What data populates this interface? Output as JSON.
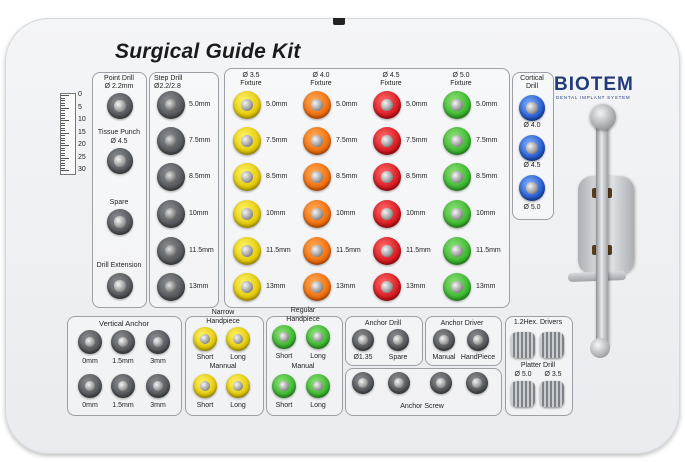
{
  "title": "Surgical Guide Kit",
  "brand": {
    "name": "BIOTEM",
    "tagline": "DENTAL IMPLANT SYSTEM"
  },
  "ruler": {
    "marks": [
      "0",
      "5",
      "10",
      "15",
      "20",
      "25",
      "30"
    ]
  },
  "left_column": {
    "point_drill": {
      "label1": "Point Drill",
      "label2": "Ø 2.2mm"
    },
    "tissue_punch": {
      "label1": "Tissue Punch",
      "label2": "Ø 4.5"
    },
    "spare": "Spare",
    "drill_extension": "Drill Extension"
  },
  "step_drill": {
    "label1": "Step Drill",
    "label2": "Ø2.2/2.8",
    "lengths": [
      "5.0mm",
      "7.5mm",
      "8.5mm",
      "10mm",
      "11.5mm",
      "13mm"
    ]
  },
  "fixture_columns": [
    {
      "label1": "Ø 3.5",
      "label2": "Fixture",
      "color": "yellow",
      "lengths": [
        "5.0mm",
        "7.5mm",
        "8.5mm",
        "10mm",
        "11.5mm",
        "13mm"
      ]
    },
    {
      "label1": "Ø 4.0",
      "label2": "Fixture",
      "color": "orange",
      "lengths": [
        "5.0mm",
        "7.5mm",
        "8.5mm",
        "10mm",
        "11.5mm",
        "13mm"
      ]
    },
    {
      "label1": "Ø 4.5",
      "label2": "Fixture",
      "color": "red",
      "lengths": [
        "5.0mm",
        "7.5mm",
        "8.5mm",
        "10mm",
        "11.5mm",
        "13mm"
      ]
    },
    {
      "label1": "Ø 5.0",
      "label2": "Fixture",
      "color": "green",
      "lengths": [
        "5.0mm",
        "7.5mm",
        "8.5mm",
        "10mm",
        "11.5mm",
        "13mm"
      ]
    }
  ],
  "cortical_drill": {
    "label1": "Cortical",
    "label2": "Drill",
    "sizes": [
      "Ø 4.0",
      "Ø 4.5",
      "Ø 5.0"
    ]
  },
  "vertical_anchor": {
    "title": "Vertical Anchor",
    "row1": [
      "0mm",
      "1.5mm",
      "3mm"
    ],
    "row2": [
      "0mm",
      "1.5mm",
      "3mm"
    ]
  },
  "narrow_handpiece": {
    "title1": "Narrow",
    "title2": "Handpiece",
    "labels": [
      "Short",
      "Long"
    ],
    "manual_title": "Mannual",
    "manual_labels": [
      "Short",
      "Long"
    ]
  },
  "regular_handpiece": {
    "title1": "Regular",
    "title2": "Handpiece",
    "labels": [
      "Short",
      "Long"
    ],
    "manual_title": "Manual",
    "manual_labels": [
      "Short",
      "Long"
    ]
  },
  "anchor_drill": {
    "title": "Anchor Drill",
    "labels": [
      "Ø1.35",
      "Spare"
    ]
  },
  "anchor_driver": {
    "title": "Anchor Driver",
    "labels": [
      "Manual",
      "HandPiece"
    ]
  },
  "anchor_screw": {
    "title": "Anchor Screw"
  },
  "hex_drivers": {
    "title": "1.2Hex. Drivers"
  },
  "platter_drill": {
    "title": "Platter Drill",
    "labels": [
      "Ø 5.0",
      "Ø 3.5"
    ]
  }
}
